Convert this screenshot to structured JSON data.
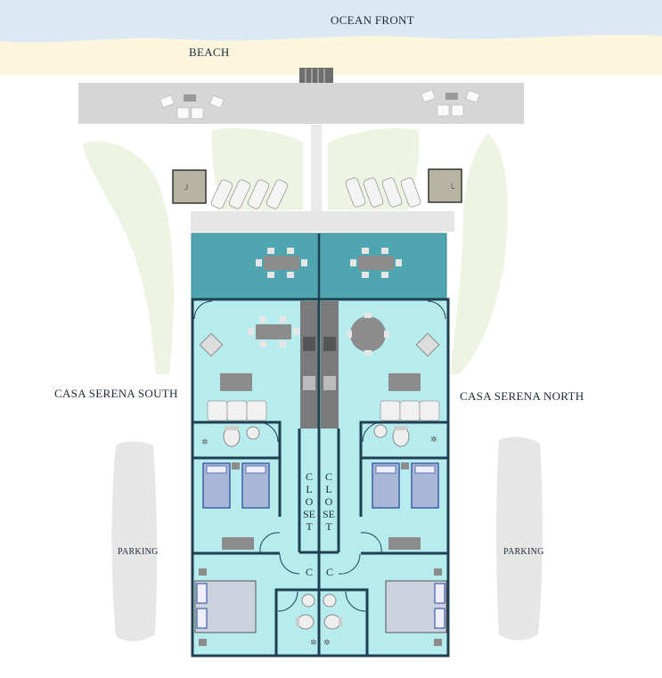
{
  "labels": {
    "ocean_front": "OCEAN FRONT",
    "beach": "BEACH",
    "south": "CASA SERENA SOUTH",
    "north": "CASA SERENA NORTH",
    "parking_left": "PARKING",
    "parking_right": "PARKING",
    "closet_left": "CLOSET",
    "closet_right": "CLOSET",
    "c_left": "C",
    "c_right": "C"
  },
  "colors": {
    "ocean": "#dce8f4",
    "sand": "#fbf6dc",
    "deck": "#d6d6d6",
    "palm": "#eef4e2",
    "pool": "#4fa6b0",
    "floor": "#b6ecee",
    "wall": "#1f3f52",
    "furniture": "#8c8c8c",
    "bed": "#aab8d8",
    "parking": "#e6e6e6"
  }
}
